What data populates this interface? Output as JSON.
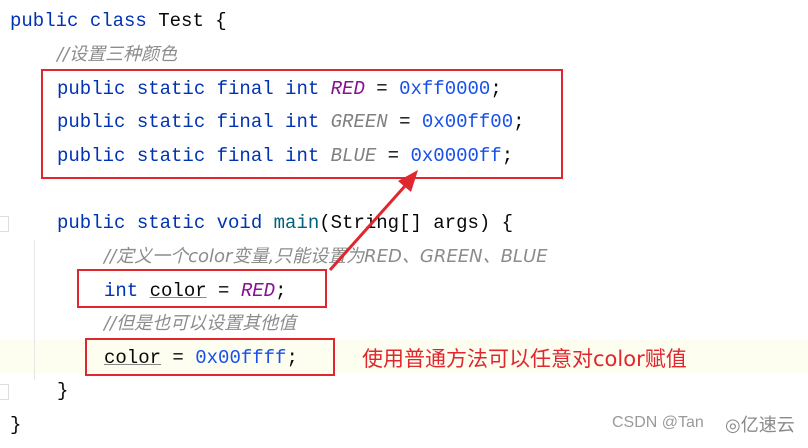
{
  "code": {
    "line1": {
      "kw": "public class ",
      "name": "Test {"
    },
    "line2": {
      "comment": "//设置三种颜色"
    },
    "line3": {
      "kw": "public static final int ",
      "const": "RED",
      "eq": " = ",
      "num": "0xff0000",
      "end": ";"
    },
    "line4": {
      "kw": "public static final int ",
      "const": "GREEN",
      "eq": " = ",
      "num": "0x00ff00",
      "end": ";"
    },
    "line5": {
      "kw": "public static final int ",
      "const": "BLUE",
      "eq": " = ",
      "num": "0x0000ff",
      "end": ";"
    },
    "line7": {
      "kw": "public static void ",
      "fn": "main",
      "rest": "(String[] args) {"
    },
    "line8": {
      "comment": "//定义一个color变量,只能设置为RED、GREEN、BLUE"
    },
    "line9": {
      "kw": "int ",
      "var": "color",
      "eq": " = ",
      "const": "RED",
      "end": ";"
    },
    "line10": {
      "comment": "//但是也可以设置其他值"
    },
    "line11": {
      "var": "color",
      "eq": " = ",
      "num": "0x00ffff",
      "end": ";"
    },
    "line12": {
      "brace": "}"
    },
    "line13": {
      "brace": "}"
    }
  },
  "annotation": {
    "text": "使用普通方法可以任意对color赋值",
    "color": "#e0262e"
  },
  "watermark": {
    "csdn": "CSDN @Tan",
    "brand": "亿速云"
  }
}
